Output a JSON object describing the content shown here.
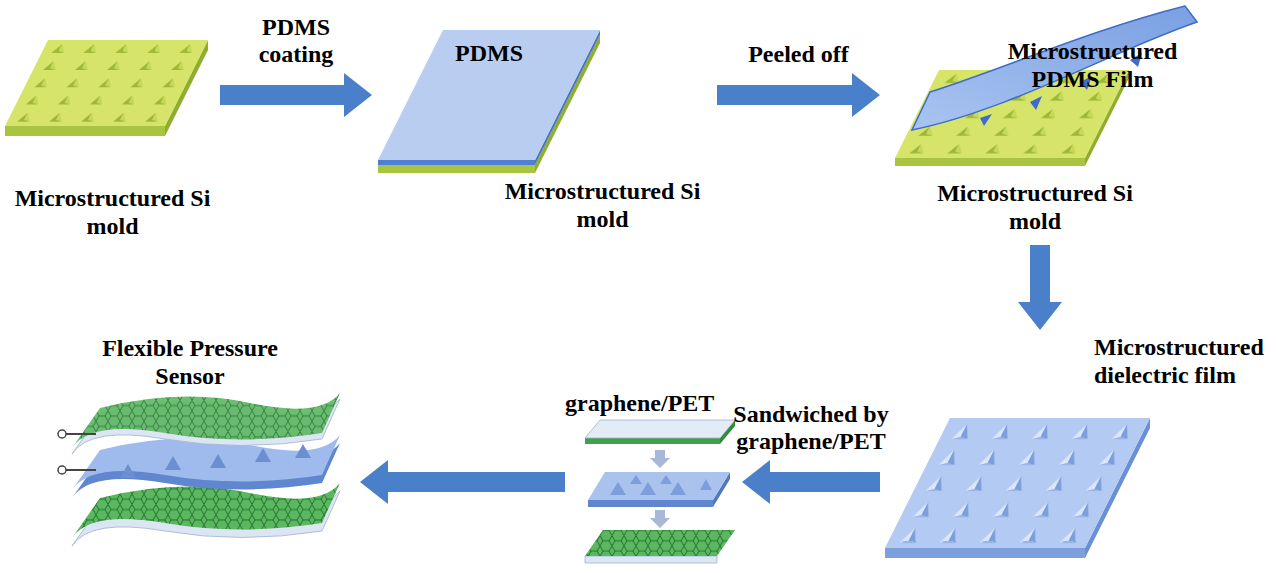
{
  "diagram": {
    "nodes": [
      {
        "text": [
          "Microstructured Si mold"
        ]
      },
      {
        "text": [
          "PDMS",
          "Microstructured Si mold"
        ]
      },
      {
        "text": [
          "Microstructured PDMS Film",
          "Microstructured Si mold"
        ]
      },
      {
        "text": [
          "Microstructured dielectric film"
        ]
      },
      {
        "text": [
          "graphene/PET"
        ]
      },
      {
        "text": [
          "Flexible Pressure Sensor"
        ]
      }
    ],
    "edges": [
      {
        "from": 0,
        "to": 1,
        "label": "PDMS coating",
        "arrow": "to"
      },
      {
        "from": 1,
        "to": 2,
        "label": "Peeled off",
        "arrow": "to"
      },
      {
        "from": 2,
        "to": 3,
        "arrow": "to"
      },
      {
        "from": 3,
        "to": 4,
        "label": "Sandwiched by graphene/PET",
        "arrow": "to"
      },
      {
        "from": 4,
        "to": 5,
        "arrow": "to"
      }
    ]
  }
}
